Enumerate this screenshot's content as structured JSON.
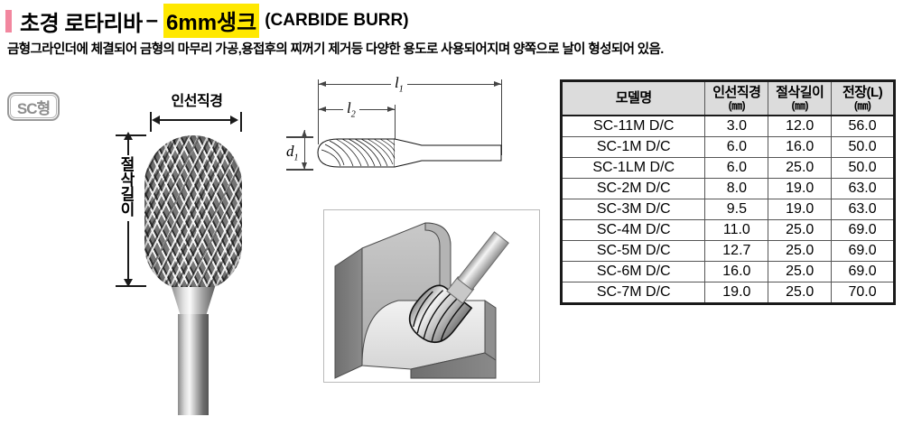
{
  "header": {
    "accent_color": "#f2879f",
    "highlight_color": "#ffe800",
    "title_prefix": "초경 로타리바",
    "dash": "–",
    "title_highlight": "6mm생크",
    "title_english": "(CARBIDE BURR)",
    "subtitle": "금형그라인더에 체결되어 금형의 마무리 가공,용접후의 찌꺼기 제거등 다양한 용도로 사용되어지며 양쪽으로 날이 형성되어 있음."
  },
  "badge": {
    "label": "SC형"
  },
  "photo_labels": {
    "top_dimension": "인선직경",
    "side_dimension": "절삭길이",
    "side_chars": [
      "절",
      "삭",
      "길",
      "이"
    ]
  },
  "tech_drawing": {
    "total_length_label": "l",
    "total_length_sub": "1",
    "cut_length_label": "l",
    "cut_length_sub": "2",
    "diameter_label": "d",
    "diameter_sub": "1"
  },
  "application_figure": {
    "caption": "",
    "description": "초경 로타리바로 금형 내측 코너를 가공하는 모습"
  },
  "table": {
    "headers": [
      {
        "name": "모델명",
        "unit": ""
      },
      {
        "name": "인선직경",
        "unit": "(㎜)"
      },
      {
        "name": "절삭길이",
        "unit": "(㎜)"
      },
      {
        "name": "전장(L)",
        "unit": "(㎜)"
      }
    ],
    "rows": [
      {
        "model": "SC-11M D/C",
        "dia": "3.0",
        "cut": "12.0",
        "len": "56.0"
      },
      {
        "model": "SC-1M D/C",
        "dia": "6.0",
        "cut": "16.0",
        "len": "50.0"
      },
      {
        "model": "SC-1LM D/C",
        "dia": "6.0",
        "cut": "25.0",
        "len": "50.0"
      },
      {
        "model": "SC-2M D/C",
        "dia": "8.0",
        "cut": "19.0",
        "len": "63.0"
      },
      {
        "model": "SC-3M D/C",
        "dia": "9.5",
        "cut": "19.0",
        "len": "63.0"
      },
      {
        "model": "SC-4M D/C",
        "dia": "11.0",
        "cut": "25.0",
        "len": "69.0"
      },
      {
        "model": "SC-5M D/C",
        "dia": "12.7",
        "cut": "25.0",
        "len": "69.0"
      },
      {
        "model": "SC-6M D/C",
        "dia": "16.0",
        "cut": "25.0",
        "len": "69.0"
      },
      {
        "model": "SC-7M D/C",
        "dia": "19.0",
        "cut": "25.0",
        "len": "70.0"
      }
    ]
  }
}
